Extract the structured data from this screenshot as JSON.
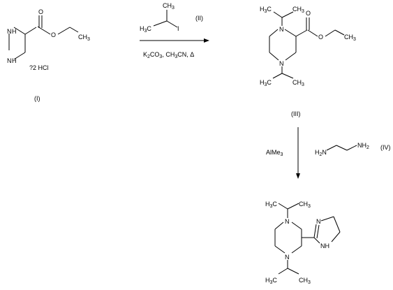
{
  "compounds": {
    "c1": {
      "label": "(I)",
      "atoms": {
        "n_top": "N",
        "n_bot": "N",
        "h_top": "H",
        "h_bot": "H",
        "o_ester": "O",
        "o_carbonyl": "O",
        "ch3": "CH",
        "ch3_sub": "3"
      },
      "salt": "?2 HCl"
    },
    "c2": {
      "label": "(II)",
      "atoms": {
        "h3c": "H",
        "h3c_sub": "3",
        "h3c_c": "C",
        "ch3": "CH",
        "ch3_sub": "3",
        "i": "I"
      }
    },
    "c3": {
      "label": "(III)",
      "atoms": {
        "n_top": "N",
        "n_bot": "N",
        "o_ester": "O",
        "o_carbonyl": "O",
        "ch3": "CH",
        "ch3_sub": "3",
        "h3c_1": "H",
        "h3c_1_sub": "3",
        "h3c_1_c": "C",
        "ch3_1": "CH",
        "ch3_1_sub": "3",
        "h3c_2": "H",
        "h3c_2_sub": "3",
        "h3c_2_c": "C",
        "ch3_2": "CH",
        "ch3_2_sub": "3"
      }
    },
    "c4": {
      "label": "(IV)",
      "atoms": {
        "h2n": "H",
        "h2n_sub": "2",
        "h2n_n": "N",
        "nh2": "NH",
        "nh2_sub": "2"
      }
    },
    "product": {
      "atoms": {
        "n_top": "N",
        "n_bot": "N",
        "n_im": "N",
        "nh_im": "NH",
        "h3c_1": "H",
        "h3c_1_sub": "3",
        "h3c_1_c": "C",
        "ch3_1": "CH",
        "ch3_1_sub": "3",
        "h3c_2": "H",
        "h3c_2_sub": "3",
        "h3c_2_c": "C",
        "ch3_2": "CH",
        "ch3_2_sub": "3"
      }
    }
  },
  "conditions": {
    "step1": {
      "k2co3_a": "K",
      "k2co3_sub2": "2",
      "k2co3_b": "CO",
      "k2co3_sub3": "3",
      "solvent_a": ", CH",
      "solvent_sub3": "3",
      "solvent_b": "CN, Δ"
    },
    "step2": {
      "reagent_a": "AlMe",
      "reagent_sub": "3"
    }
  }
}
